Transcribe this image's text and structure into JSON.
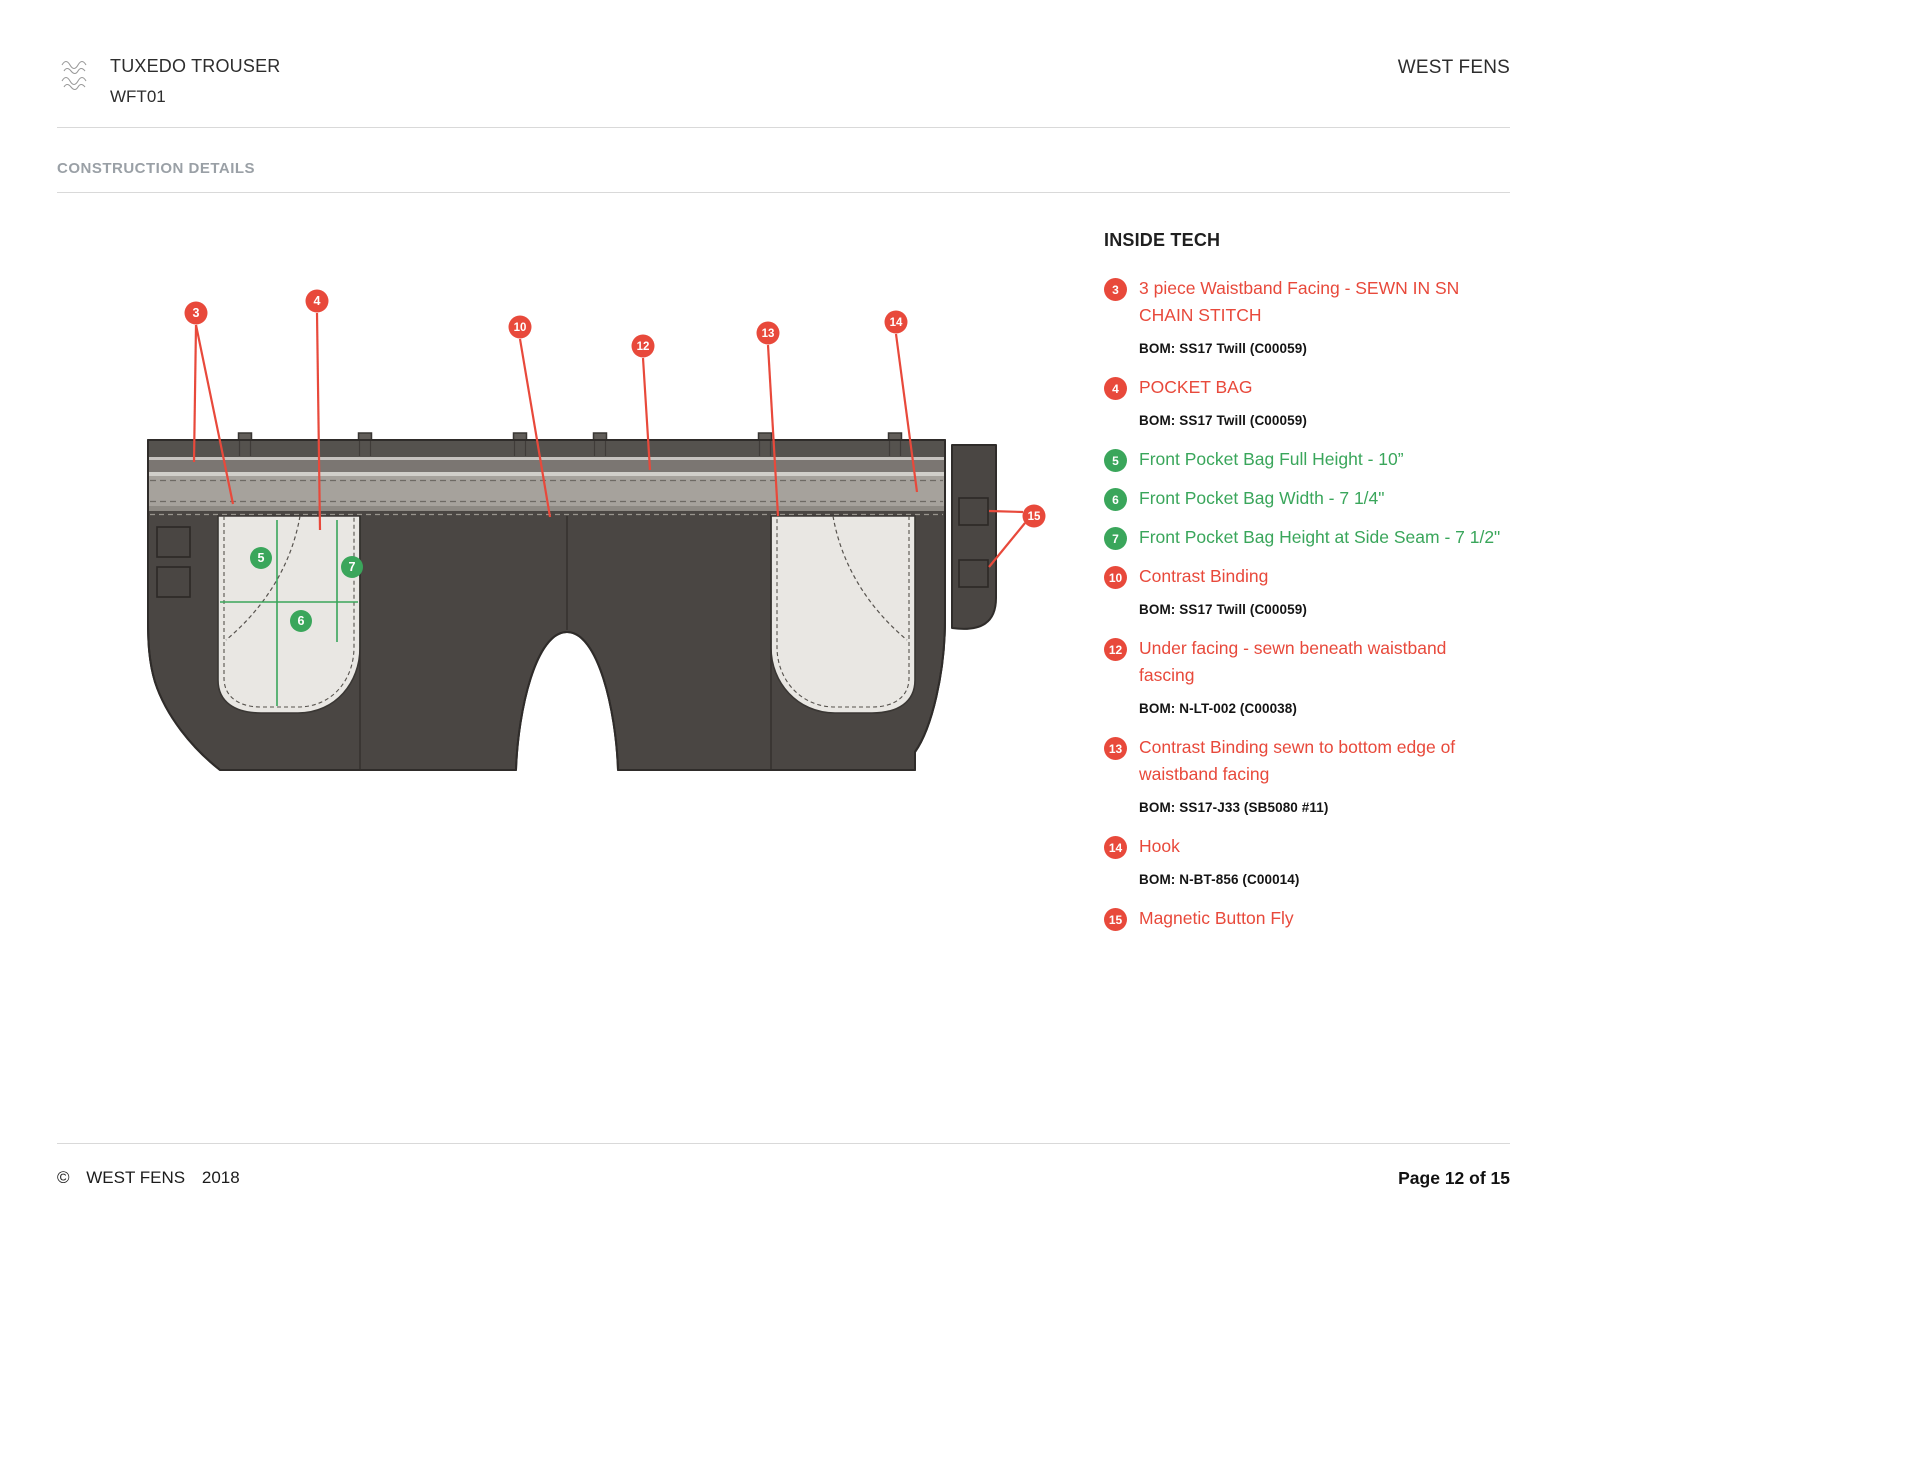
{
  "header": {
    "title": "TUXEDO TROUSER",
    "code": "WFT01",
    "brand": "WEST FENS"
  },
  "section": {
    "title": "CONSTRUCTION DETAILS"
  },
  "legend": {
    "title": "INSIDE TECH",
    "items": [
      {
        "num": "3",
        "color": "red",
        "label": "3 piece Waistband Facing - SEWN IN SN CHAIN STITCH",
        "bom": "BOM: SS17 Twill (C00059)"
      },
      {
        "num": "4",
        "color": "red",
        "label": "POCKET BAG",
        "bom": "BOM: SS17 Twill (C00059)"
      },
      {
        "num": "5",
        "color": "green",
        "label": "Front Pocket Bag Full Height - 10”",
        "bom": ""
      },
      {
        "num": "6",
        "color": "green",
        "label": "Front Pocket Bag Width - 7 1/4\"",
        "bom": ""
      },
      {
        "num": "7",
        "color": "green",
        "label": "Front Pocket Bag Height at Side Seam - 7 1/2\"",
        "bom": ""
      },
      {
        "num": "10",
        "color": "red",
        "label": "Contrast Binding",
        "bom": "BOM: SS17 Twill (C00059)"
      },
      {
        "num": "12",
        "color": "red",
        "label": "Under facing - sewn beneath waistband fascing",
        "bom": "BOM: N-LT-002 (C00038)"
      },
      {
        "num": "13",
        "color": "red",
        "label": "Contrast Binding sewn to bottom edge of waistband facing",
        "bom": "BOM: SS17-J33 (SB5080 #11)"
      },
      {
        "num": "14",
        "color": "red",
        "label": "Hook",
        "bom": "BOM: N-BT-856 (C00014)"
      },
      {
        "num": "15",
        "color": "red",
        "label": "Magnetic Button Fly",
        "bom": ""
      }
    ]
  },
  "diagram": {
    "callouts": [
      {
        "num": "3",
        "color": "red"
      },
      {
        "num": "4",
        "color": "red"
      },
      {
        "num": "5",
        "color": "green"
      },
      {
        "num": "6",
        "color": "green"
      },
      {
        "num": "7",
        "color": "green"
      },
      {
        "num": "10",
        "color": "red"
      },
      {
        "num": "12",
        "color": "red"
      },
      {
        "num": "13",
        "color": "red"
      },
      {
        "num": "14",
        "color": "red"
      },
      {
        "num": "15",
        "color": "red"
      }
    ]
  },
  "footer": {
    "copyright": "©",
    "brand": "WEST FENS",
    "year": "2018",
    "page": "Page 12 of 15"
  },
  "colors": {
    "red": "#e8493b",
    "green": "#3aa65b",
    "body_fabric": "#4a4643",
    "pocket_bag": "#e9e7e3"
  }
}
